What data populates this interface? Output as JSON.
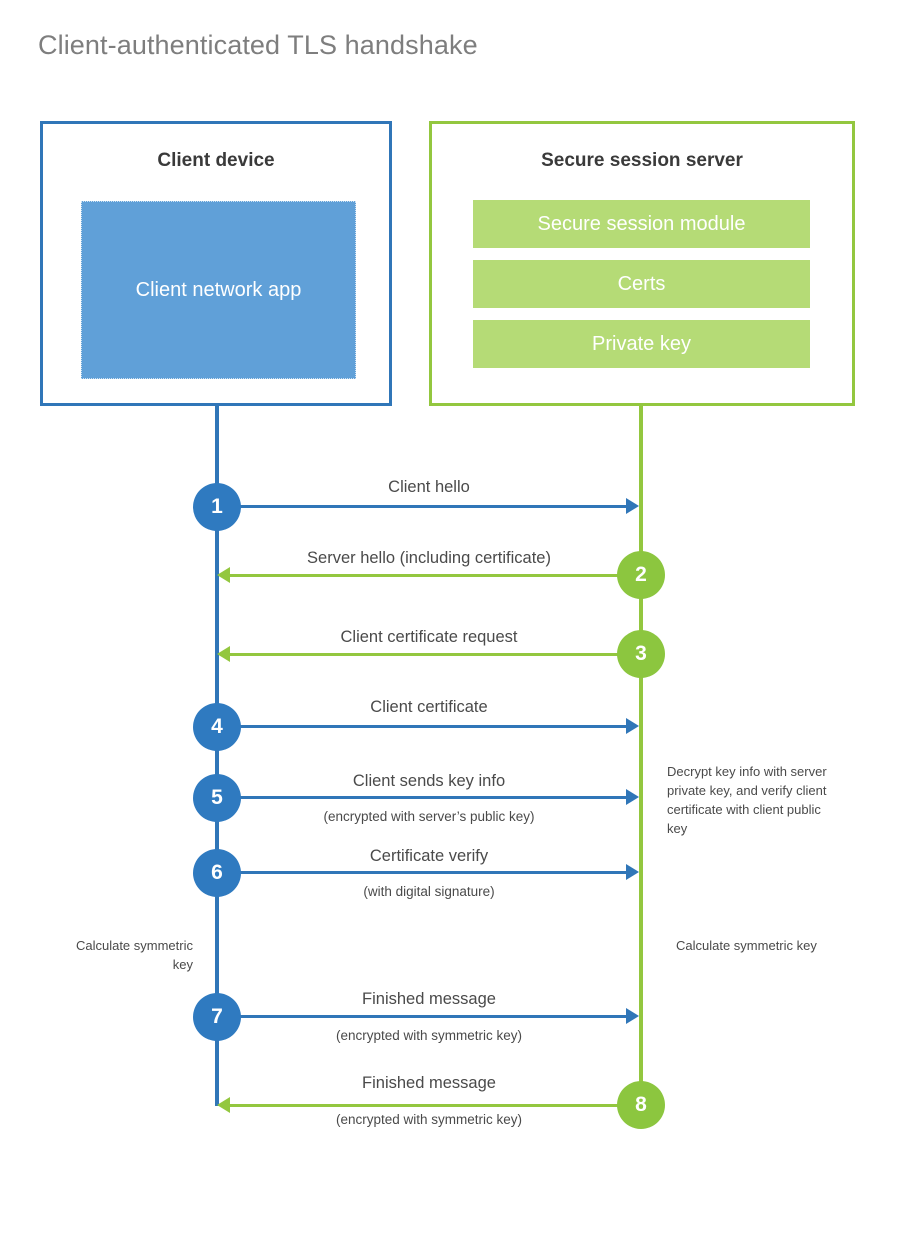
{
  "title": "Client-authenticated TLS handshake",
  "colors": {
    "client_accent": "#3076b8",
    "client_app_fill": "#60a0d8",
    "client_circle": "#2f7ac0",
    "server_accent": "#93c73f",
    "server_bar_fill": "#b5db76",
    "server_circle": "#8cc63f",
    "title_text": "#7e7e7e",
    "body_text": "#4a4a4a"
  },
  "client": {
    "title": "Client device",
    "app_label": "Client network app"
  },
  "server": {
    "title": "Secure session server",
    "modules": [
      "Secure session module",
      "Certs",
      "Private key"
    ]
  },
  "steps": [
    {
      "number": "1",
      "label": "Client hello",
      "sub": "",
      "direction": "client-to-server",
      "origin": "client"
    },
    {
      "number": "2",
      "label": "Server hello (including certificate)",
      "sub": "",
      "direction": "server-to-client",
      "origin": "server"
    },
    {
      "number": "3",
      "label": "Client certificate request",
      "sub": "",
      "direction": "server-to-client",
      "origin": "server"
    },
    {
      "number": "4",
      "label": "Client certificate",
      "sub": "",
      "direction": "client-to-server",
      "origin": "client"
    },
    {
      "number": "5",
      "label": "Client sends key info",
      "sub": "(encrypted with server’s public key)",
      "direction": "client-to-server",
      "origin": "client"
    },
    {
      "number": "6",
      "label": "Certificate verify",
      "sub": "(with digital signature)",
      "direction": "client-to-server",
      "origin": "client"
    },
    {
      "number": "7",
      "label": "Finished message",
      "sub": "(encrypted with symmetric key)",
      "direction": "client-to-server",
      "origin": "client"
    },
    {
      "number": "8",
      "label": "Finished message",
      "sub": "(encrypted with symmetric key)",
      "direction": "server-to-client",
      "origin": "server"
    }
  ],
  "notes": {
    "server_decrypt": "Decrypt key info with server private key, and verify client certificate with client public key",
    "client_calculate": "Calculate symmetric key",
    "server_calculate": "Calculate symmetric key"
  }
}
